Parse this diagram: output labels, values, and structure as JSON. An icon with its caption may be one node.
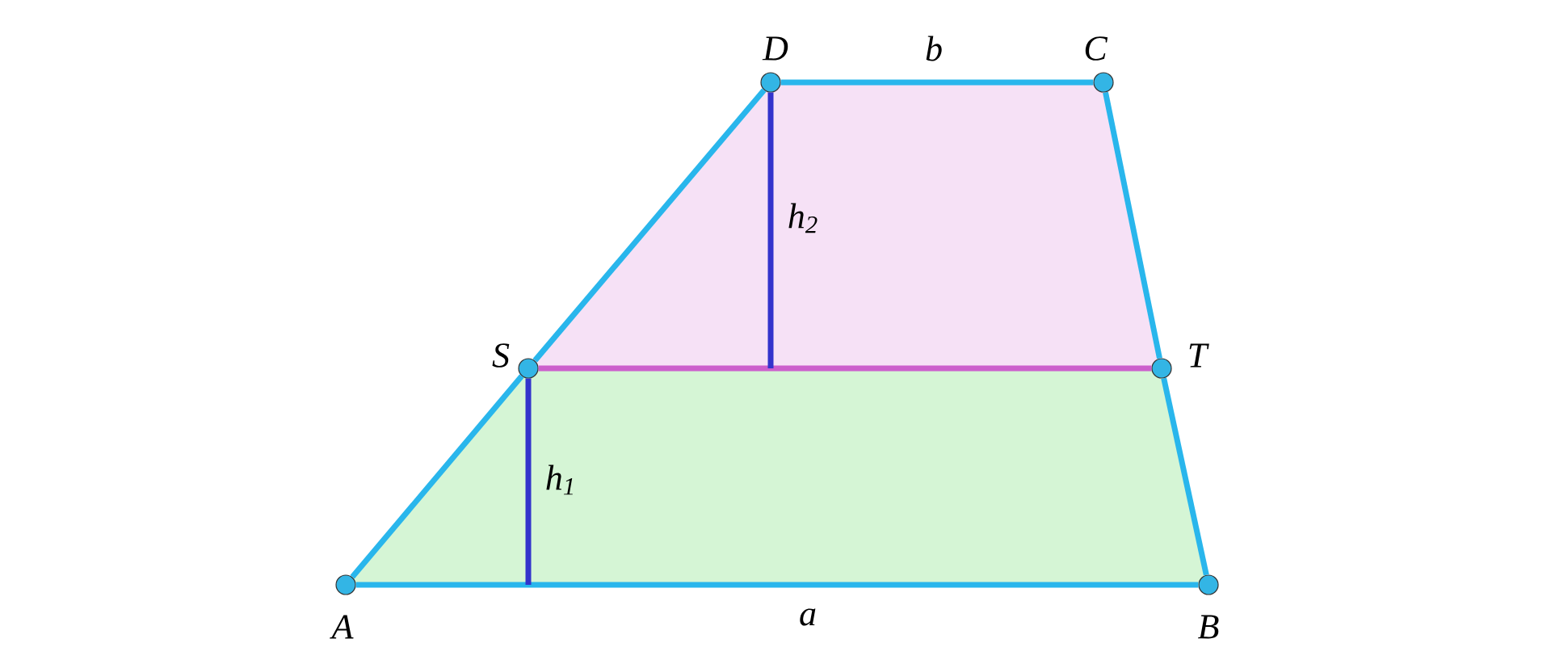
{
  "diagram": {
    "nodes": [
      {
        "text": [],
        "shape": "circle",
        "beside": [
          "D"
        ]
      },
      {
        "text": [],
        "shape": "circle",
        "beside": [
          "C"
        ]
      },
      {
        "text": [],
        "shape": "circle",
        "beside": [
          "S"
        ]
      },
      {
        "text": [],
        "shape": "circle",
        "beside": [
          "T"
        ]
      },
      {
        "text": [],
        "shape": "circle",
        "beside": [
          "A"
        ]
      },
      {
        "text": [],
        "shape": "circle",
        "beside": [
          "B"
        ]
      }
    ],
    "edges": [
      {
        "from": 4,
        "to": 5,
        "arrow": "none",
        "label": "a"
      },
      {
        "from": 5,
        "to": 3,
        "arrow": "none"
      },
      {
        "from": 3,
        "to": 1,
        "arrow": "none"
      },
      {
        "from": 1,
        "to": 0,
        "arrow": "none",
        "label": "b"
      },
      {
        "from": 0,
        "to": 2,
        "arrow": "none"
      },
      {
        "from": 2,
        "to": 4,
        "arrow": "none"
      },
      {
        "from": 2,
        "to": 3,
        "arrow": "none",
        "color": "#cc5fcc"
      },
      {
        "from": 0,
        "to": null,
        "arrow": "none",
        "label": "h$_{2}$",
        "color": "#3333cc"
      },
      {
        "from": 2,
        "to": null,
        "arrow": "none",
        "label": "h$_{1}$",
        "color": "#3333cc"
      }
    ]
  }
}
